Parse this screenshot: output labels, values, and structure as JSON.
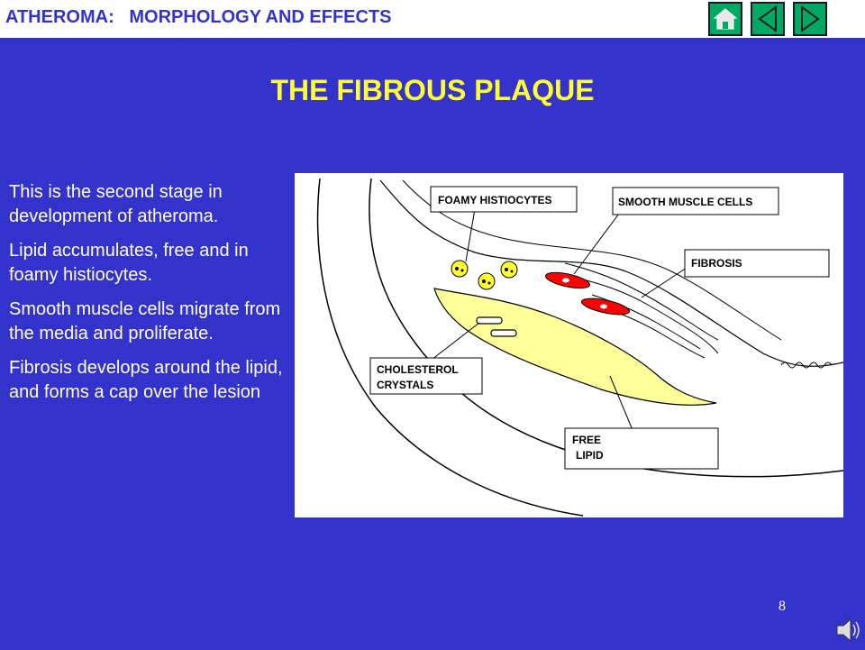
{
  "header": {
    "title": "ATHEROMA:   MORPHOLOGY AND EFFECTS",
    "nav": [
      {
        "name": "home-icon"
      },
      {
        "name": "previous-arrow-icon"
      },
      {
        "name": "next-arrow-icon"
      }
    ],
    "colors": {
      "bar": "#ffffff",
      "text": "#3333cc",
      "button": "#00a866"
    }
  },
  "slide": {
    "title": "THE FIBROUS PLAQUE",
    "background": "#3333cc",
    "title_color": "#ffff33",
    "paragraphs": [
      "This is the second stage in development of atheroma.",
      "Lipid accumulates, free and in foamy histiocytes.",
      "Smooth muscle cells migrate from the media and proliferate.",
      "Fibrosis develops around the lipid, and forms a cap over the lesion"
    ],
    "page_number": "8"
  },
  "figure": {
    "labels": {
      "foamy": "FOAMY HISTIOCYTES",
      "smooth": "SMOOTH MUSCLE CELLS",
      "fibrosis": "FIBROSIS",
      "cholesterol_1": "CHOLESTEROL",
      "cholesterol_2": "CRYSTALS",
      "lipid_1": "FREE",
      "lipid_2": "LIPID"
    },
    "colors": {
      "lipid": "#ffff99",
      "smooth_muscle": "#ff0000",
      "histiocyte": "#ffff33"
    }
  }
}
